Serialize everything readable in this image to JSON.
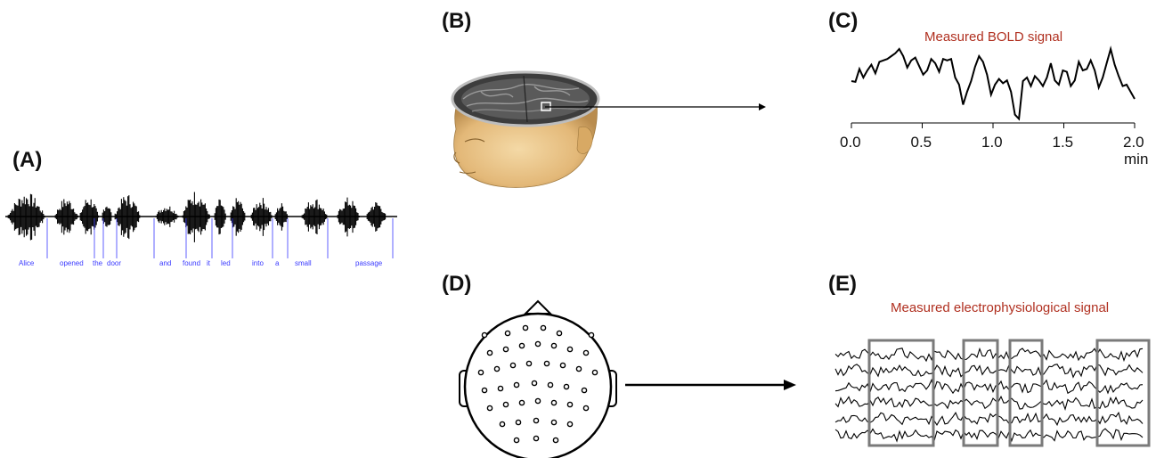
{
  "panels": {
    "a": {
      "label": "(A)"
    },
    "b": {
      "label": "(B)"
    },
    "c": {
      "label": "(C)"
    },
    "d": {
      "label": "(D)"
    },
    "e": {
      "label": "(E)"
    }
  },
  "speech": {
    "words": [
      "Alice",
      "opened",
      "the",
      "door",
      "and",
      "found",
      "it",
      "led",
      "into",
      "a",
      "small",
      "passage"
    ]
  },
  "bold": {
    "title": "Measured BOLD signal",
    "ticks": [
      "0.0",
      "0.5",
      "1.0",
      "1.5",
      "2.0"
    ],
    "unit": "min"
  },
  "eeg": {
    "title": "Measured electrophysiological signal"
  },
  "colors": {
    "caption": "#b03020",
    "word_marker": "#3a3aff",
    "skin": "#e9c48a"
  },
  "chart_data": {
    "type": "line",
    "title": "Measured BOLD signal",
    "xlabel": "min",
    "ylabel": "",
    "x_ticks": [
      0.0,
      0.5,
      1.0,
      1.5,
      2.0
    ],
    "xlim": [
      0.0,
      2.0
    ],
    "grid": false,
    "series": [
      {
        "values": [
          0.55,
          0.54,
          0.72,
          0.6,
          0.7,
          0.78,
          0.66,
          0.82,
          0.84,
          0.86,
          0.9,
          0.94,
          1.0,
          0.9,
          0.74,
          0.84,
          0.88,
          0.76,
          0.64,
          0.7,
          0.86,
          0.8,
          0.68,
          0.86,
          0.84,
          0.86,
          0.6,
          0.5,
          0.22,
          0.4,
          0.55,
          0.75,
          0.9,
          0.82,
          0.64,
          0.36,
          0.5,
          0.58,
          0.52,
          0.56,
          0.4,
          0.08,
          0.02,
          0.55,
          0.6,
          0.48,
          0.62,
          0.56,
          0.48,
          0.6,
          0.8,
          0.56,
          0.5,
          0.7,
          0.68,
          0.48,
          0.56,
          0.82,
          0.7,
          0.72,
          0.84,
          0.7,
          0.46,
          0.6,
          0.8,
          1.0,
          0.78,
          0.62,
          0.48,
          0.5,
          0.4,
          0.3
        ]
      }
    ]
  }
}
